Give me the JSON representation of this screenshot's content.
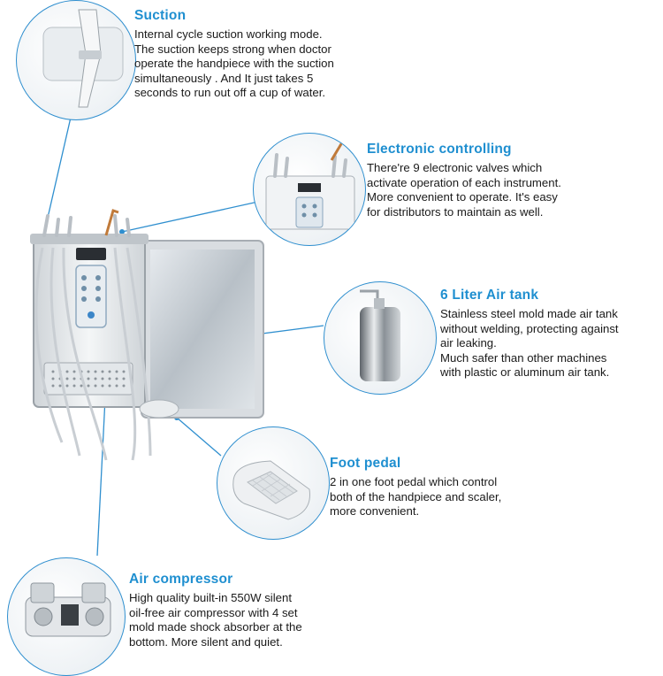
{
  "features": {
    "suction": {
      "title": "Suction",
      "lines": [
        "Internal cycle suction working mode.",
        "The suction keeps strong when doctor",
        "operate the handpiece with the suction",
        "simultaneously . And It just takes 5",
        "seconds to run out off a cup of water."
      ]
    },
    "electronic": {
      "title": "Electronic controlling",
      "lines": [
        "There're 9 electronic valves which",
        "activate operation of each instrument.",
        "More convenient to operate. It's easy",
        "for distributors to maintain as well."
      ]
    },
    "airtank": {
      "title": "6 Liter Air tank",
      "lines": [
        "Stainless steel mold made air tank",
        "without welding, protecting against",
        "air leaking.",
        "Much safer than other machines",
        "with plastic or aluminum air tank."
      ]
    },
    "pedal": {
      "title": "Foot pedal",
      "lines": [
        "2 in one foot pedal which control",
        "both of the handpiece and scaler,",
        "more convenient."
      ]
    },
    "compressor": {
      "title": "Air compressor",
      "lines": [
        "High quality built-in 550W silent",
        "oil-free air compressor with 4 set",
        "mold made shock absorber at the",
        "bottom. More silent and quiet."
      ]
    }
  },
  "colors": {
    "accent": "#1f8fd0",
    "line": "#2f8fcf",
    "text": "#1a1a1a"
  }
}
